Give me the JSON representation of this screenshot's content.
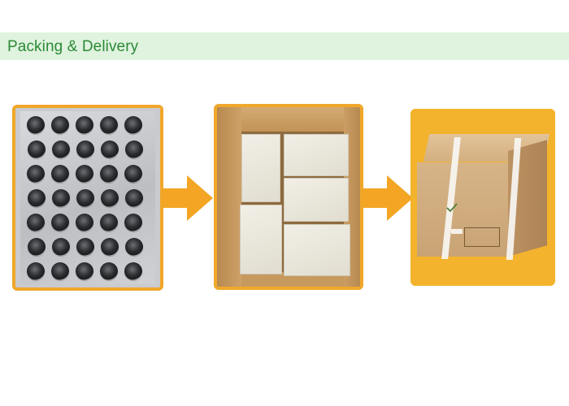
{
  "header": {
    "title": "Packing & Delivery"
  },
  "colors": {
    "banner_bg": "#dff3df",
    "title_text": "#2c8a36",
    "frame_orange": "#f0a72a",
    "arrow_orange": "#f3a523"
  },
  "gallery": {
    "photos": [
      {
        "name": "blister-tray-photo",
        "icon": "tray-icon"
      },
      {
        "name": "packed-box-photo",
        "icon": "box-icon"
      },
      {
        "name": "sealed-carton-photo",
        "icon": "carton-icon"
      }
    ],
    "arrows": [
      {
        "name": "arrow-right-icon"
      },
      {
        "name": "arrow-right-icon"
      }
    ]
  }
}
